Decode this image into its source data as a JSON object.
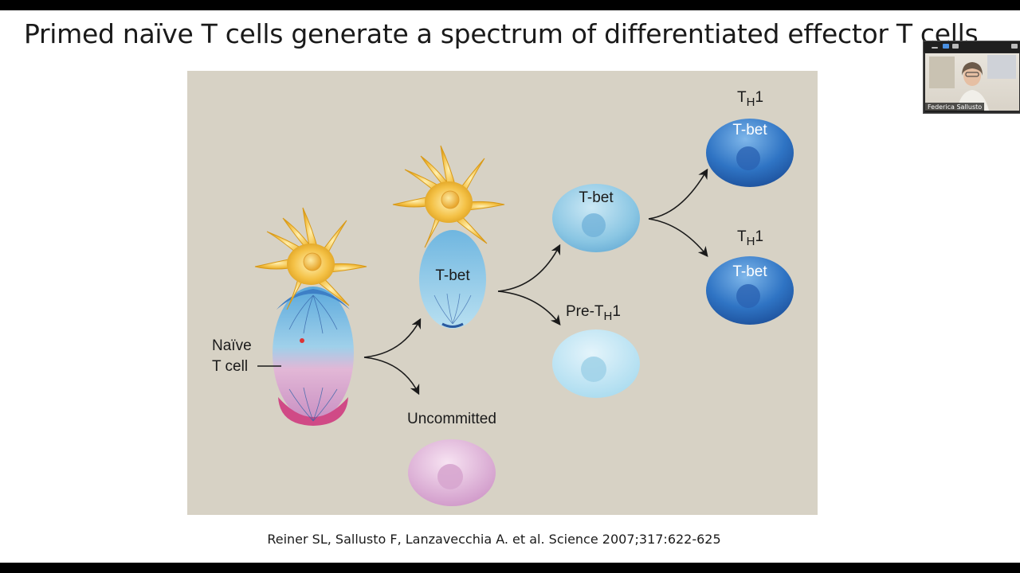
{
  "slide": {
    "title": "Primed naïve T cells generate a spectrum of differentiated effector T cells",
    "citation": "Reiner SL, Sallusto F, Lanzavecchia A.  et al. Science 2007;317:622-625"
  },
  "diagram": {
    "naive_label_line1": "Naïve",
    "naive_label_line2": "T cell",
    "tbet": "T-bet",
    "pre_th1_prefix": "Pre-T",
    "subscript_h": "H",
    "suffix_1": "1",
    "th1_prefix": "T",
    "uncommitted": "Uncommitted"
  },
  "video_tile": {
    "participant_name": "Federica Sallusto"
  },
  "colors": {
    "figure_background": "#d7d2c5",
    "dendritic_cell": "#f2b733",
    "light_blue_cell": "#9fd0e6",
    "dark_blue_cell": "#2f74c4",
    "uncommitted_cell": "#d8a9d2",
    "naive_pole_magenta": "#d04a86"
  }
}
